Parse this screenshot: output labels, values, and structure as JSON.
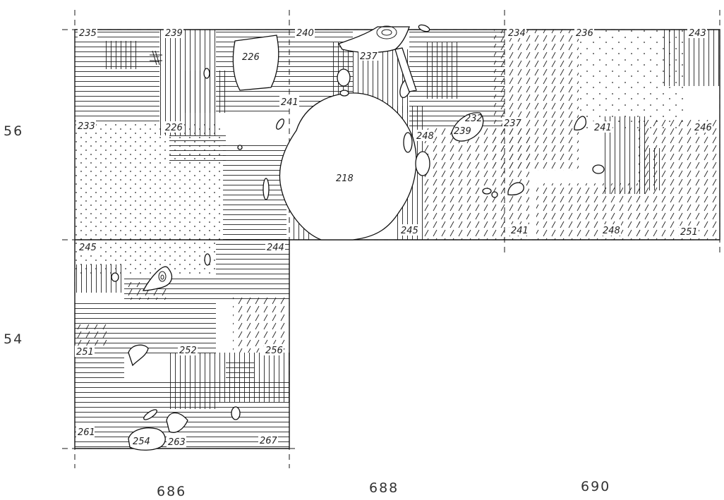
{
  "grid_labels": {
    "x": [
      "686",
      "688",
      "690"
    ],
    "y": [
      "56",
      "54"
    ]
  },
  "elevations": {
    "e235": "235",
    "e239": "239",
    "e240": "240",
    "e237a": "237",
    "e234": "234",
    "e236": "236",
    "e243": "243",
    "e241a": "241",
    "e233": "233",
    "e226b": "226",
    "e248a": "248",
    "e237b": "237",
    "e241b": "241",
    "e246": "246",
    "e245a": "245",
    "e241c": "241",
    "e248b": "248",
    "e251a": "251",
    "e245b": "245",
    "e244": "244",
    "e251b": "251",
    "e252": "252",
    "e256": "256",
    "e261": "261",
    "e263": "263",
    "e267": "267"
  },
  "stones": {
    "s226": "226",
    "s218": "218",
    "s232": "232",
    "s239": "239",
    "s254": "254"
  },
  "colors": {
    "ink": "#1a1a1a",
    "paper": "#ffffff"
  }
}
